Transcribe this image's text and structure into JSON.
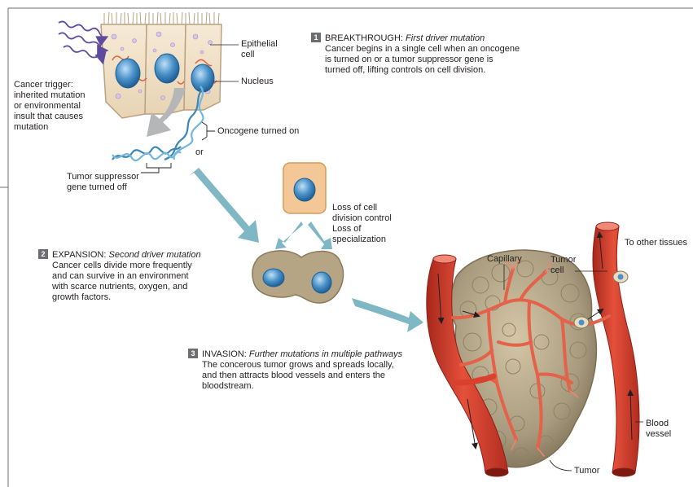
{
  "colors": {
    "arrow": "#7fb8c4",
    "vessel": "#d9412e",
    "tumor": "#a89a7e",
    "cell": "#f1e3cc",
    "nucleus": "#4a92c9",
    "dna": "#3b86b8",
    "trigger": "#5e4b9e"
  },
  "labels": {
    "epithelial_cell": "Epithelial\ncell",
    "nucleus": "Nucleus",
    "cancer_trigger": "Cancer trigger:\ninherited mutation\nor environmental\ninsult that causes\nmutation",
    "oncogene": "Oncogene turned on",
    "or": "or",
    "tumor_suppressor": "Tumor suppressor\ngene turned off",
    "loss": "Loss of cell\ndivision control\nLoss of\nspecialization",
    "capillary": "Capillary",
    "tumor_cell": "Tumor\ncell",
    "to_other_tissues": "To other tissues",
    "blood_vessel": "Blood\nvessel",
    "tumor": "Tumor"
  },
  "steps": [
    {
      "number": "1",
      "name": "BREAKTHROUGH:",
      "subtitle": "First driver mutation",
      "text": "Cancer begins in a single cell when an oncogene\nis turned on or a tumor suppressor gene is\nturned off, lifting controls on cell division."
    },
    {
      "number": "2",
      "name": "EXPANSION:",
      "subtitle": "Second driver mutation",
      "text": "Cancer cells divide more frequently\nand can survive in an environment\nwith scarce nutrients, oxygen, and\ngrowth factors."
    },
    {
      "number": "3",
      "name": "INVASION:",
      "subtitle": "Further mutations in multiple pathways",
      "text": "The concerous tumor grows and spreads locally,\nand then attracts blood  vessels and enters the\nbloodstream."
    }
  ]
}
